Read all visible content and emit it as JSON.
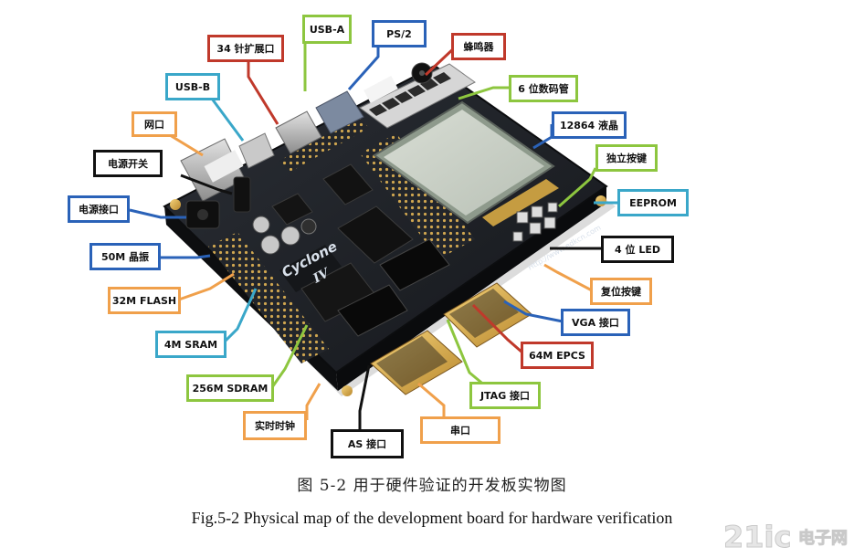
{
  "colors": {
    "red": "#c0392b",
    "blue": "#2a62b8",
    "green": "#8dc63f",
    "orange": "#f0a04b",
    "teal": "#3aa7c9",
    "black": "#111111",
    "board": "#1e2126",
    "lcd": "#c8d0c6"
  },
  "labels": [
    {
      "id": "usb-a",
      "text": "USB-A",
      "color": "green"
    },
    {
      "id": "ps2",
      "text": "PS/2",
      "color": "blue"
    },
    {
      "id": "header-34pin",
      "text": "34 针扩展口",
      "color": "red"
    },
    {
      "id": "buzzer",
      "text": "蜂鸣器",
      "color": "red"
    },
    {
      "id": "usb-b",
      "text": "USB-B",
      "color": "teal"
    },
    {
      "id": "seven-seg",
      "text": "6 位数码管",
      "color": "green"
    },
    {
      "id": "ethernet",
      "text": "网口",
      "color": "orange"
    },
    {
      "id": "lcd12864",
      "text": "12864 液晶",
      "color": "blue"
    },
    {
      "id": "power-switch",
      "text": "电源开关",
      "color": "black"
    },
    {
      "id": "keys",
      "text": "独立按键",
      "color": "green"
    },
    {
      "id": "power-jack",
      "text": "电源接口",
      "color": "blue"
    },
    {
      "id": "eeprom",
      "text": "EEPROM",
      "color": "teal"
    },
    {
      "id": "osc",
      "text": "50M 晶振",
      "color": "blue"
    },
    {
      "id": "led4",
      "text": "4 位 LED",
      "color": "black"
    },
    {
      "id": "flash",
      "text": "32M FLASH",
      "color": "orange"
    },
    {
      "id": "reset",
      "text": "复位按键",
      "color": "orange"
    },
    {
      "id": "sram",
      "text": "4M SRAM",
      "color": "teal"
    },
    {
      "id": "vga",
      "text": "VGA 接口",
      "color": "blue"
    },
    {
      "id": "epcs",
      "text": "64M EPCS",
      "color": "red"
    },
    {
      "id": "sdram",
      "text": "256M SDRAM",
      "color": "green"
    },
    {
      "id": "jtag",
      "text": "JTAG 接口",
      "color": "green"
    },
    {
      "id": "rtc",
      "text": "实时时钟",
      "color": "orange"
    },
    {
      "id": "uart",
      "text": "串口",
      "color": "orange"
    },
    {
      "id": "as",
      "text": "AS 接口",
      "color": "black"
    }
  ],
  "board_print": {
    "brand": "Cyclone",
    "series": "IV",
    "url": "Http://www.edkcn.com"
  },
  "caption": {
    "chinese": "图 5-2 用于硬件验证的开发板实物图",
    "english": "Fig.5-2 Physical map of the development board for hardware verification"
  },
  "watermark": {
    "logo": "21ic",
    "text": "电子网"
  }
}
